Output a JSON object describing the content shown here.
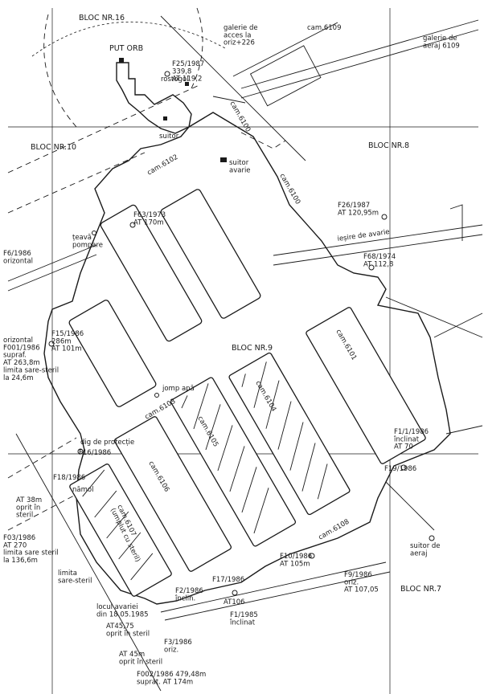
{
  "labels": {
    "bloc16": "BLOC NR.16",
    "bloc10": "BLOC NR.10",
    "bloc8": "BLOC NR.8",
    "bloc9": "BLOC NR.9",
    "bloc7": "BLOC NR.7",
    "put_orb": "PUT ORB",
    "rostogol": "rostogol",
    "suitor": "suitor",
    "suitor_avarie": "suitor\navarie",
    "suitor_aeraj": "suitor de\naeraj",
    "galerie_acces": "galerie de\nacces la\noriz+226",
    "galerie_aeraj": "galerie de\naeraj 6109",
    "cam6109": "cam.6109",
    "cam6100a": "cam.6100",
    "cam6100b": "cam.6100",
    "cam6102": "cam.6102",
    "cam6103": "cam.6103",
    "cam6104": "cam.6104",
    "cam6105": "cam.6105",
    "cam6106": "cam.6106",
    "cam6107": "cam.6107\n(umplut cu steril)",
    "cam6108": "cam.6108",
    "cam6101": "cam.6101",
    "teava_pompare": "țeavă\npompare",
    "iesire_avarie": "ieșire de avarie",
    "jomp_apa": "jomp apă",
    "dig_protectie": "dig de protecție",
    "namol": "nămol",
    "limita_sare": "limita\nsare-steril",
    "locul_avariei": "locul avariei\ndin 18.05.1985",
    "F25": "F25/1987\n339,8\nAT 119,2",
    "F63": "F63/1973\nAT 170m",
    "F26": "F26/1987\nAT 120,95m",
    "F68": "F68/1974\nAT 112,8",
    "F6": "F6/1986\norizontal",
    "F15": "F15/1986\n286m\nAT 101m",
    "F001": "orizontal\nF001/1986\nsupraf.\nAT 263,8m\nlimita sare-steril\nla 24,6m",
    "F16": "F16/1986",
    "F18": "F18/1986",
    "AT38": "AT 38m\noprit în\nsteril",
    "F03": "F03/1986\nAT 270\nlimita sare steril\nla 136,6m",
    "F11": "F1/1/1986\nînclinat\nAT 70",
    "F19": "F19/1986",
    "F10": "F10/1986\nAT 105m",
    "F9": "F9/1986\noriz.\nAT 107,05",
    "F2": "F2/1986\nînclin.",
    "F17": "F17/1986",
    "AT106": "AT106",
    "F1": "F1/1985\nînclinat",
    "AT4575": "AT45,75\noprit în steril",
    "F3": "F3/1986\noriz.",
    "AT45": "AT 45m\noprit în steril",
    "F002": "F002/1986  479,48m\nsuprat.      AT 174m"
  }
}
